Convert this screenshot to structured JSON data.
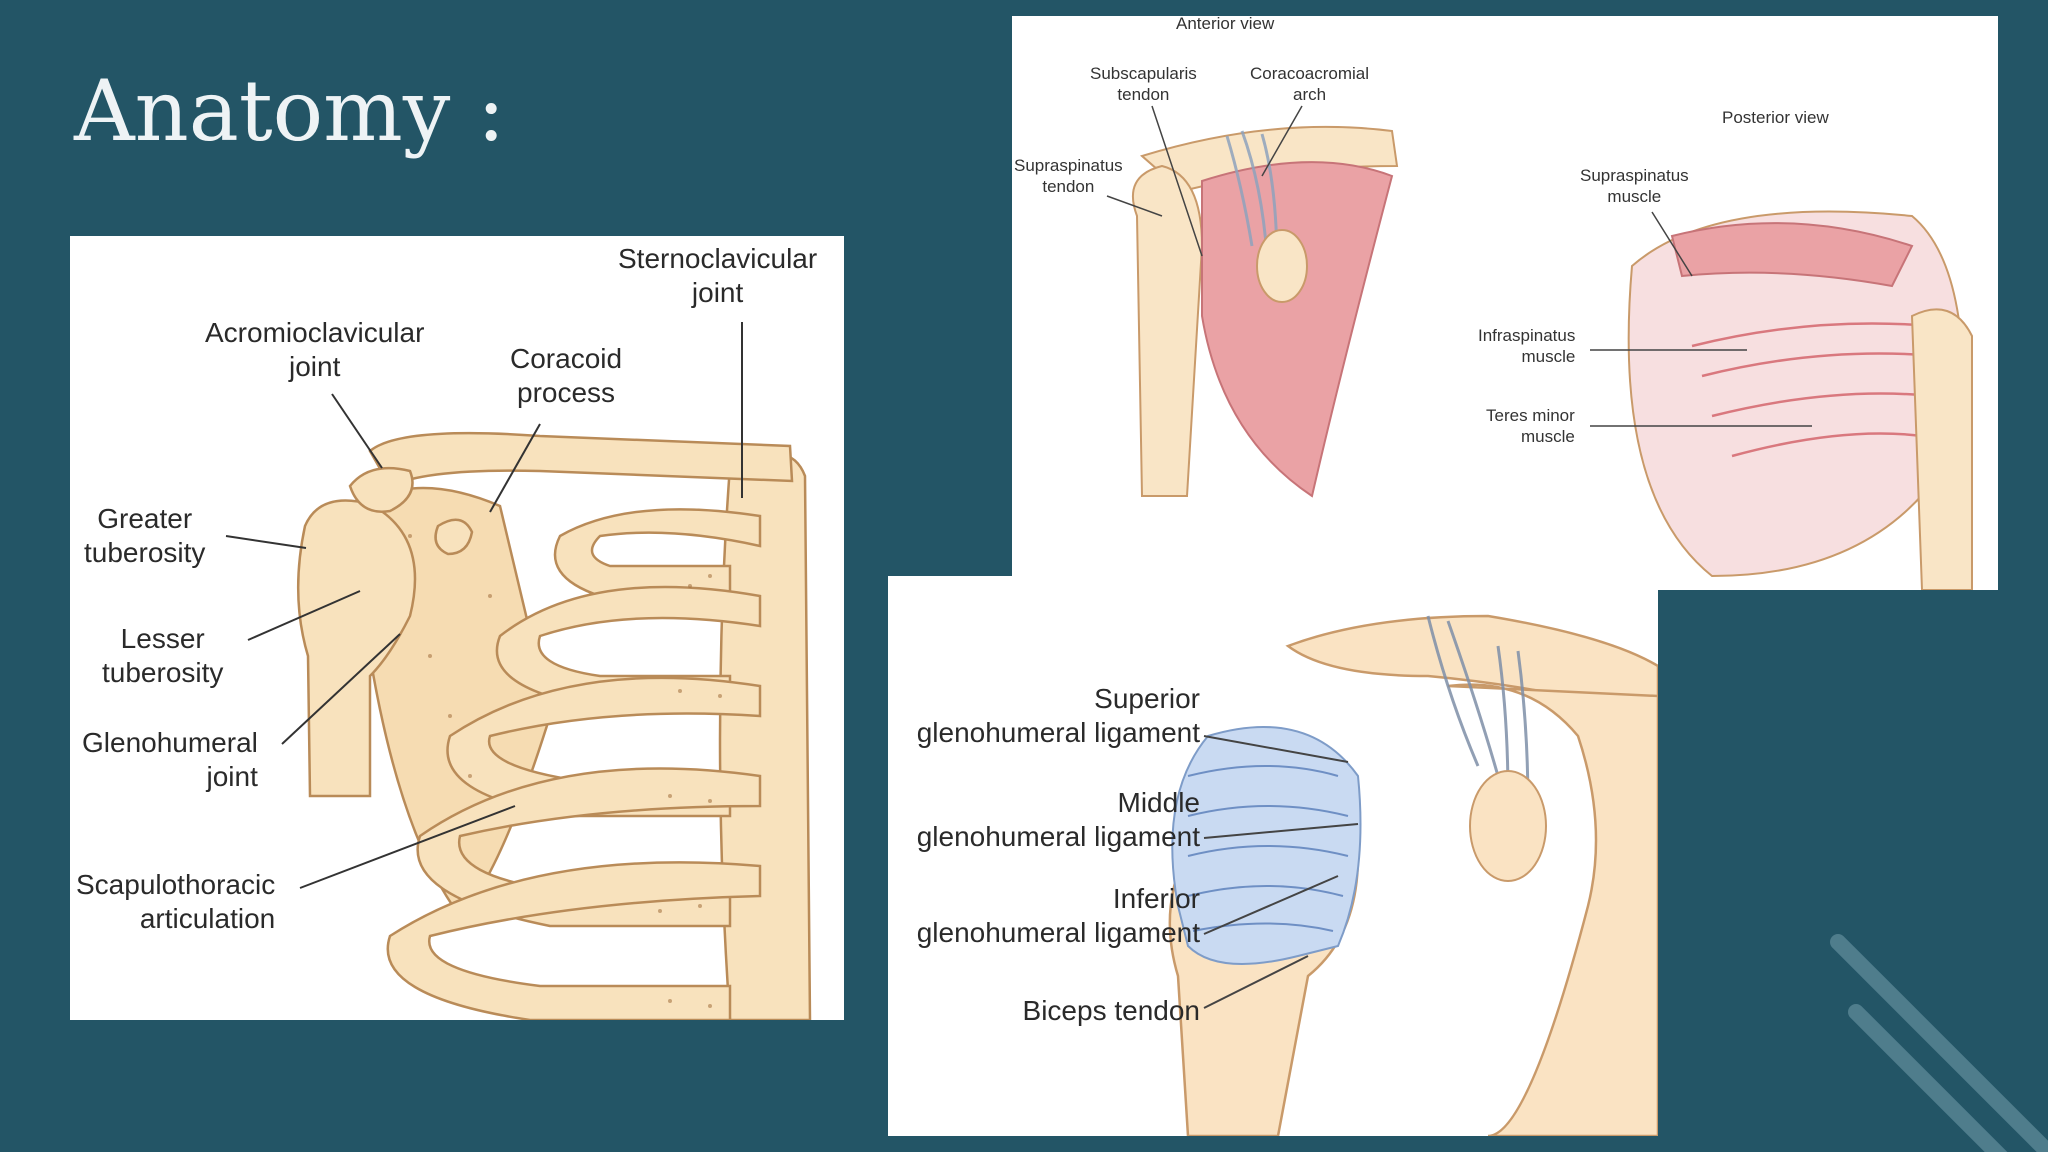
{
  "slide": {
    "title": "Anatomy :"
  },
  "panel_left": {
    "labels": {
      "sternoclavicular": "Sternoclavicular\njoint",
      "acromioclavicular": "Acromioclavicular\njoint",
      "coracoid": "Coracoid\nprocess",
      "greater_tuberosity": "Greater\ntuberosity",
      "lesser_tuberosity": "Lesser\ntuberosity",
      "glenohumeral": "Glenohumeral\njoint",
      "scapulothoracic": "Scapulothoracic\narticulation"
    }
  },
  "panel_top_right": {
    "labels": {
      "anterior_view": "Anterior view",
      "subscapularis": "Subscapularis\ntendon",
      "coracoacromial": "Coracoacromial\narch",
      "supraspinatus_tendon": "Supraspinatus\ntendon",
      "posterior_view": "Posterior view",
      "supraspinatus_muscle": "Supraspinatus\nmuscle",
      "infraspinatus": "Infraspinatus\nmuscle",
      "teres_minor": "Teres minor\nmuscle"
    }
  },
  "panel_bottom": {
    "labels": {
      "superior": "Superior\nglenohumeral ligament",
      "middle": "Middle\nglenohumeral ligament",
      "inferior": "Inferior\nglenohumeral ligament",
      "biceps": "Biceps tendon"
    }
  },
  "colors": {
    "background": "#235566",
    "bone": "#f7dfb8",
    "muscle": "#e9a3a6",
    "ligament": "#b9cdea"
  }
}
